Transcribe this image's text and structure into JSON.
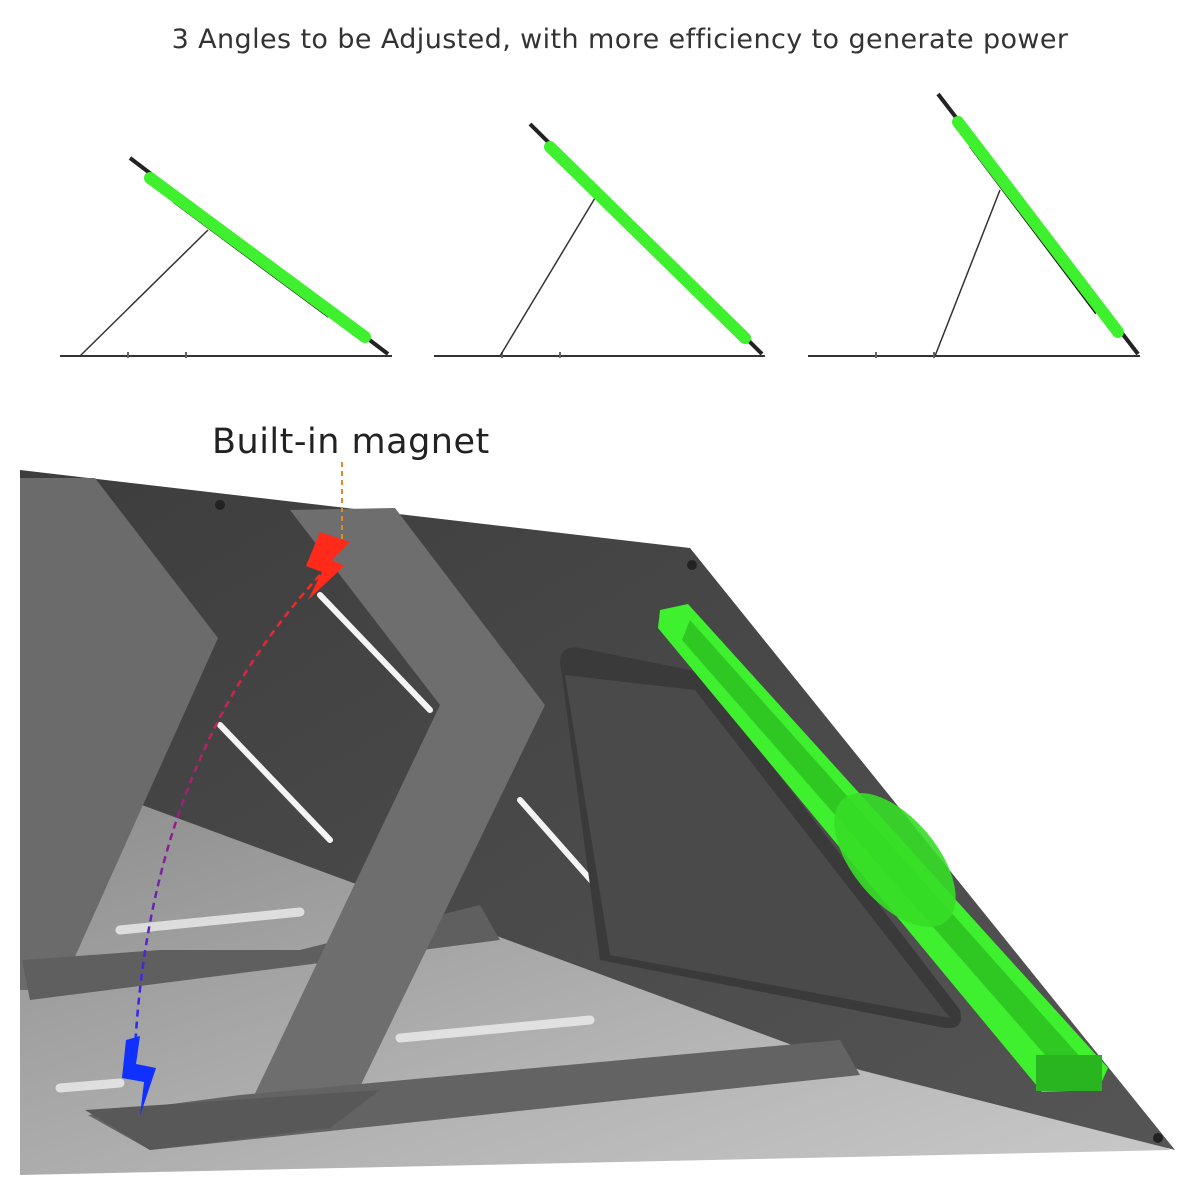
{
  "headline": "3 Angles to be Adjusted, with more efficiency to generate power",
  "magnet_label": "Built-in magnet",
  "colors": {
    "panel_green": "#3ef02e",
    "panel_dark": "#4a4a4a",
    "leg_fabric": "#6c6c6c",
    "ground": "#a9a9a9",
    "magnet_north": "#ff2a1a",
    "magnet_south": "#1030ff",
    "leader_line": "#e08a2a"
  },
  "angle_variants": [
    {
      "name": "low-angle"
    },
    {
      "name": "mid-angle"
    },
    {
      "name": "high-angle"
    }
  ],
  "icons": [
    "lightning-bolt-red-icon",
    "lightning-bolt-blue-icon"
  ]
}
